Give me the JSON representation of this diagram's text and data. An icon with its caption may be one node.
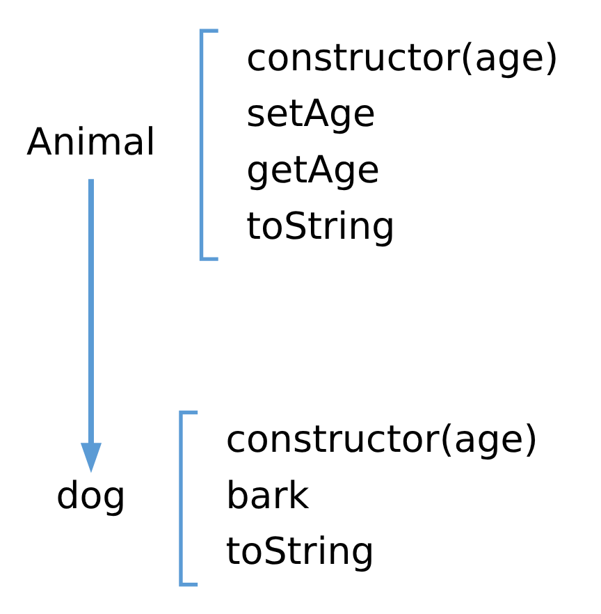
{
  "diagram": {
    "nodes": [
      {
        "text": [
          "Animal"
        ],
        "beside": [
          "constructor(age)",
          "setAge",
          "getAge",
          "toString"
        ]
      },
      {
        "text": [
          "dog"
        ],
        "beside": [
          "constructor(age)",
          "bark",
          "toString"
        ]
      }
    ],
    "edges": [
      {
        "from": 0,
        "to": 1,
        "arrow": "to",
        "color": "#5b9bd5"
      }
    ]
  }
}
